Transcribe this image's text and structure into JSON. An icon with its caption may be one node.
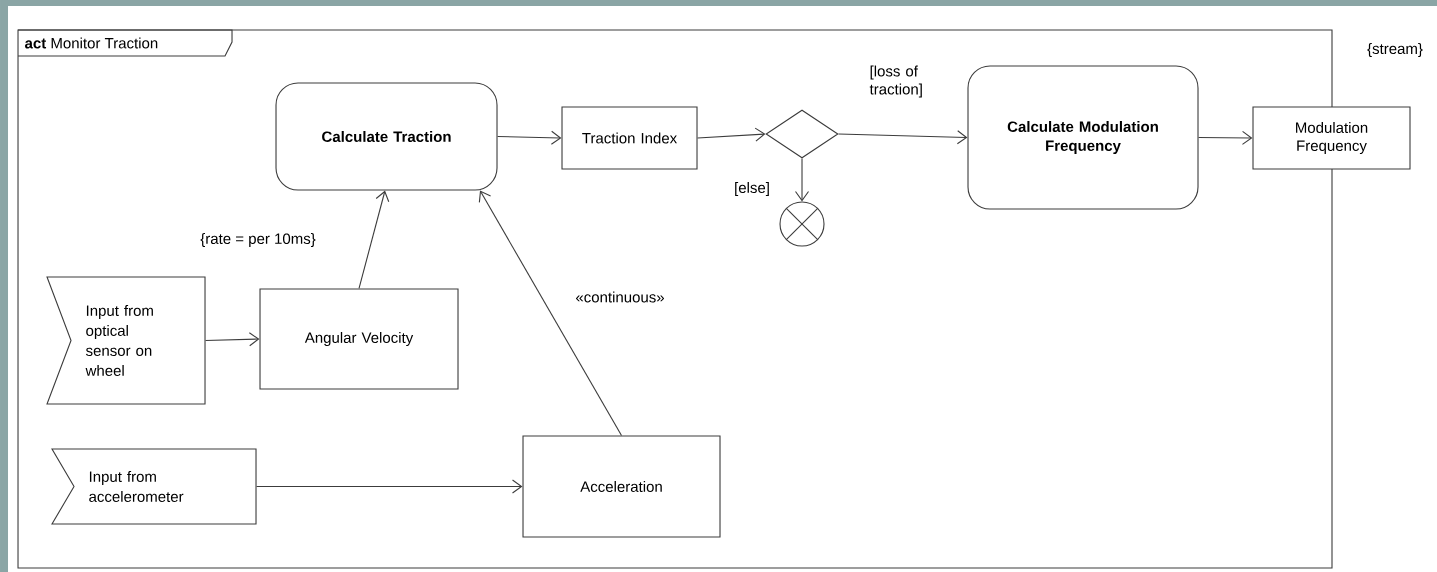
{
  "diagram": {
    "nodes": [
      {
        "text": [
          "**act** Monitor Traction"
        ]
      },
      {
        "text": [
          "Calculate Traction"
        ],
        "in": 0
      },
      {
        "text": [
          "Traction Index"
        ],
        "in": 0
      },
      {
        "text": [],
        "shape": "diamond",
        "in": 0
      },
      {
        "text": [],
        "shape": "circle",
        "in": 0
      },
      {
        "text": [
          "Calculate Modulation Frequency"
        ],
        "in": 0
      },
      {
        "text": [
          "Modulation Frequency"
        ],
        "beside": [
          "{stream}"
        ]
      },
      {
        "text": [
          "Input from optical sensor on wheel"
        ],
        "in": 0
      },
      {
        "text": [
          "Angular Velocity"
        ],
        "in": 0
      },
      {
        "text": [
          "Input from accelerometer"
        ],
        "in": 0
      },
      {
        "text": [
          "Acceleration"
        ],
        "in": 0
      }
    ],
    "edges": [
      {
        "from": 1,
        "to": 2,
        "arrow": "to"
      },
      {
        "from": 2,
        "to": 3,
        "arrow": "to"
      },
      {
        "from": 3,
        "to": 5,
        "arrow": "to",
        "label": "[loss of traction]"
      },
      {
        "from": 3,
        "to": 4,
        "arrow": "to",
        "label": "[else]"
      },
      {
        "from": 5,
        "to": 6,
        "arrow": "to"
      },
      {
        "from": 7,
        "to": 8,
        "arrow": "to"
      },
      {
        "from": 9,
        "to": 10,
        "arrow": "to"
      },
      {
        "from": 8,
        "to": 1,
        "arrow": "to",
        "label": "{rate = per 10ms}"
      },
      {
        "from": 10,
        "to": 1,
        "arrow": "to",
        "label": "«continuous»"
      }
    ]
  }
}
